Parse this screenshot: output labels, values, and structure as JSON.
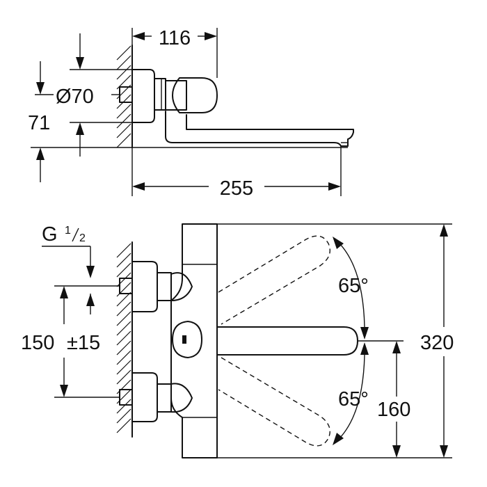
{
  "dimensions": {
    "top_width": "116",
    "diameter": "Ø70",
    "height": "71",
    "spout_length": "255",
    "thread_g": "G",
    "thread_num": "1",
    "thread_den": "2",
    "centers": "150",
    "centers_tol": "±15",
    "angle_upper": "65°",
    "angle_lower": "65°",
    "total_height": "320",
    "spout_height": "160"
  }
}
